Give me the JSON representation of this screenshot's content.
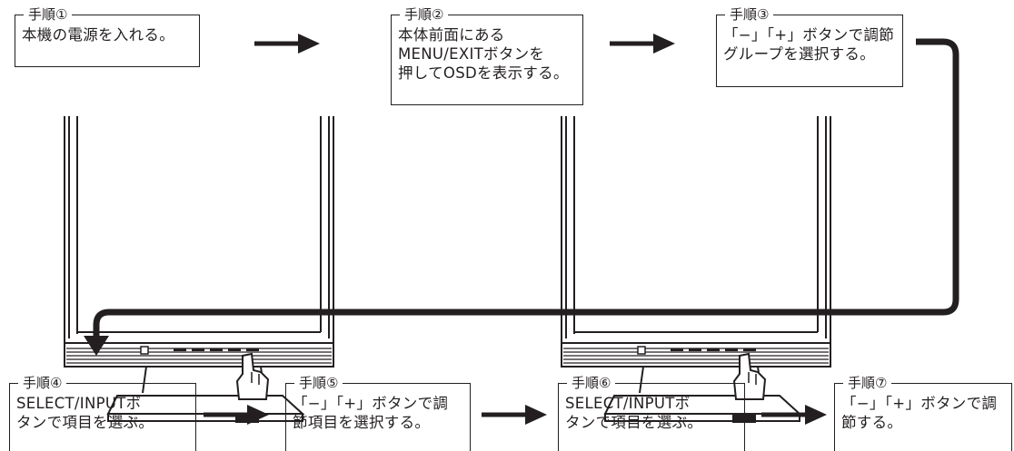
{
  "steps": [
    {
      "title": "手順①",
      "text": "本機の電源を入れる。"
    },
    {
      "title": "手順②",
      "text": "本体前面にある\nMENU/EXITボタンを\n押してOSDを表示する。"
    },
    {
      "title": "手順③",
      "text": "「−」「+」ボタンで調節\nグループを選択する。"
    },
    {
      "title": "手順④",
      "text": "SELECT/INPUTボ\nタンで項目を選ぶ。"
    },
    {
      "title": "手順⑤",
      "text": "「−」「+」ボタンで調\n節項目を選択する。"
    },
    {
      "title": "手順⑥",
      "text": "SELECT/INPUTボ\nタンで項目を選ぶ。"
    },
    {
      "title": "手順⑦",
      "text": "「−」「+」ボタンで調\n節する。"
    }
  ]
}
